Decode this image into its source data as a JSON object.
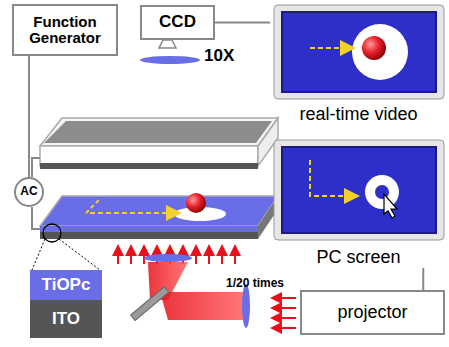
{
  "diagram": {
    "nodes": [
      {
        "text": [
          "Function Generator"
        ]
      },
      {
        "text": [
          "CCD"
        ]
      },
      {
        "text": [
          "real-time video"
        ]
      },
      {
        "text": [
          "PC screen"
        ]
      },
      {
        "text": [
          "AC"
        ]
      },
      {
        "text": [
          "TiOPc"
        ]
      },
      {
        "text": [
          "ITO"
        ]
      },
      {
        "text": [
          "projector"
        ]
      }
    ],
    "edges": [
      {
        "from": 0,
        "to": 4,
        "arrow": "none"
      },
      {
        "from": 1,
        "to": 2,
        "arrow": "none"
      },
      {
        "from": 3,
        "to": 7,
        "arrow": "none"
      }
    ],
    "labels": [
      "10X",
      "1/20 times"
    ]
  }
}
